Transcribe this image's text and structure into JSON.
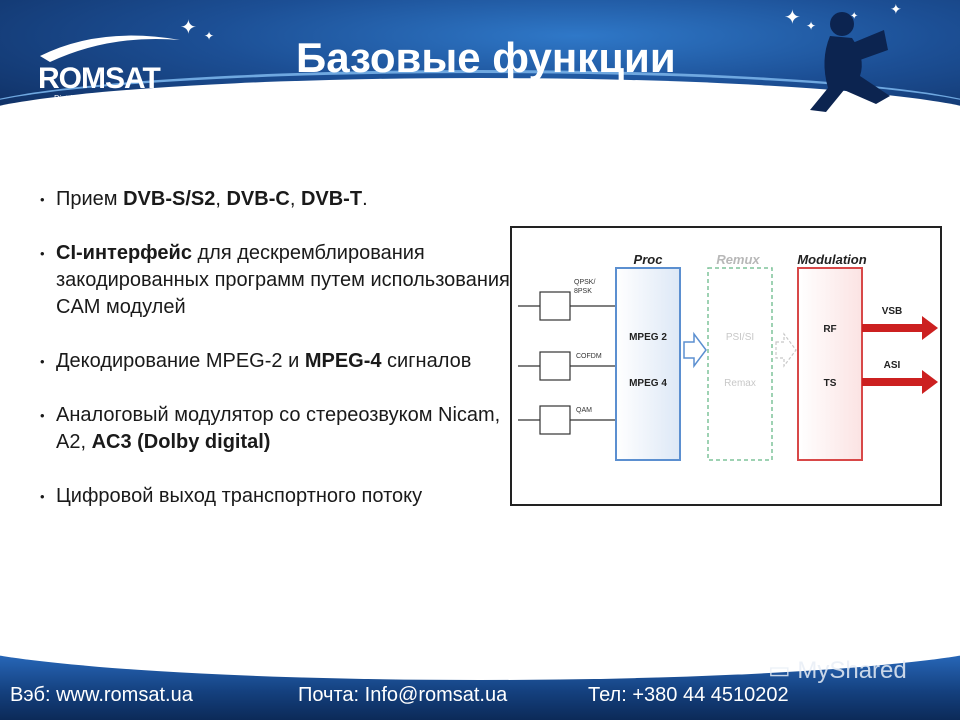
{
  "header": {
    "title": "Базовые функции",
    "logo": {
      "name": "ROMSAT",
      "sub": "Distribution"
    }
  },
  "bullets": [
    {
      "parts": [
        {
          "t": "Прием  ",
          "b": false
        },
        {
          "t": "DVB-S/S2",
          "b": true
        },
        {
          "t": ", ",
          "b": false
        },
        {
          "t": "DVB-C",
          "b": true
        },
        {
          "t": ", ",
          "b": false
        },
        {
          "t": "DVB-T",
          "b": true
        },
        {
          "t": ".",
          "b": false
        }
      ]
    },
    {
      "parts": [
        {
          "t": "CI-интерфейс",
          "b": true
        },
        {
          "t": " для дескремблирования закодированных программ путем использования CAM модулей",
          "b": false
        }
      ]
    },
    {
      "parts": [
        {
          "t": "Декодирование MPEG-2 и ",
          "b": false
        },
        {
          "t": "MPEG-4",
          "b": true
        },
        {
          "t": " сигналов",
          "b": false
        }
      ]
    },
    {
      "parts": [
        {
          "t": "Аналоговый модулятор со стереозвуком Nicam, A2, ",
          "b": false
        },
        {
          "t": "AC3 (Dolby digital)",
          "b": true
        }
      ]
    },
    {
      "parts": [
        {
          "t": "Цифровой выход транспортного потоку",
          "b": false
        }
      ]
    }
  ],
  "diagram": {
    "proc_label": "Proc",
    "remux_label": "Remux",
    "modulation_label": "Modulation",
    "inputs": [
      "QPSK/ 8PSK",
      "COFDM",
      "QAM"
    ],
    "proc_items": [
      "MPEG 2",
      "MPEG 4"
    ],
    "remux_items": [
      "PSI/SI",
      "Remax"
    ],
    "mod_items": [
      "RF",
      "TS"
    ],
    "outputs": [
      "VSB",
      "ASI"
    ],
    "colors": {
      "proc": "#5b8fd0",
      "remux": "#7fc49a",
      "mod": "#d84848",
      "arrow": "#cc2020"
    }
  },
  "footer": {
    "web": "Вэб: www.romsat.ua",
    "mail": "Почта: Info@romsat.ua",
    "tel": "Тел: +380 44 4510202",
    "watermark": "MyShared"
  }
}
